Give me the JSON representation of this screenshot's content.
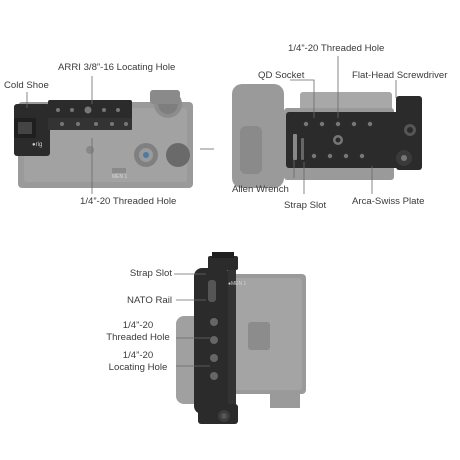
{
  "top_left": {
    "labels": {
      "cold_shoe": "Cold Shoe",
      "arri": "ARRI 3/8”-16 Locating Hole",
      "threaded": "1/4”-20 Threaded Hole"
    },
    "engraving": {
      "brand": "●rig",
      "model": "MEN 1"
    }
  },
  "top_right": {
    "labels": {
      "threaded": "1/4”-20 Threaded Hole",
      "qd_socket": "QD Socket",
      "screwdriver": "Flat-Head Screwdriver",
      "allen": "Allen Wrench",
      "strap_slot": "Strap Slot",
      "arca": "Arca-Swiss Plate"
    }
  },
  "bottom": {
    "labels": {
      "strap_slot": "Strap Slot",
      "nato": "NATO Rail",
      "threaded_1": "1/4”-20",
      "threaded_2": "Threaded Hole",
      "locating_1": "1/4”-20",
      "locating_2": "Locating Hole"
    },
    "engraving": "●MEN 1"
  },
  "colors": {
    "camera_gray": "#9a9a9a",
    "camera_dark": "#7c7c7c",
    "cage_black": "#2b2b2b",
    "leader": "#6a6a6a",
    "text": "#3a3a3a"
  }
}
